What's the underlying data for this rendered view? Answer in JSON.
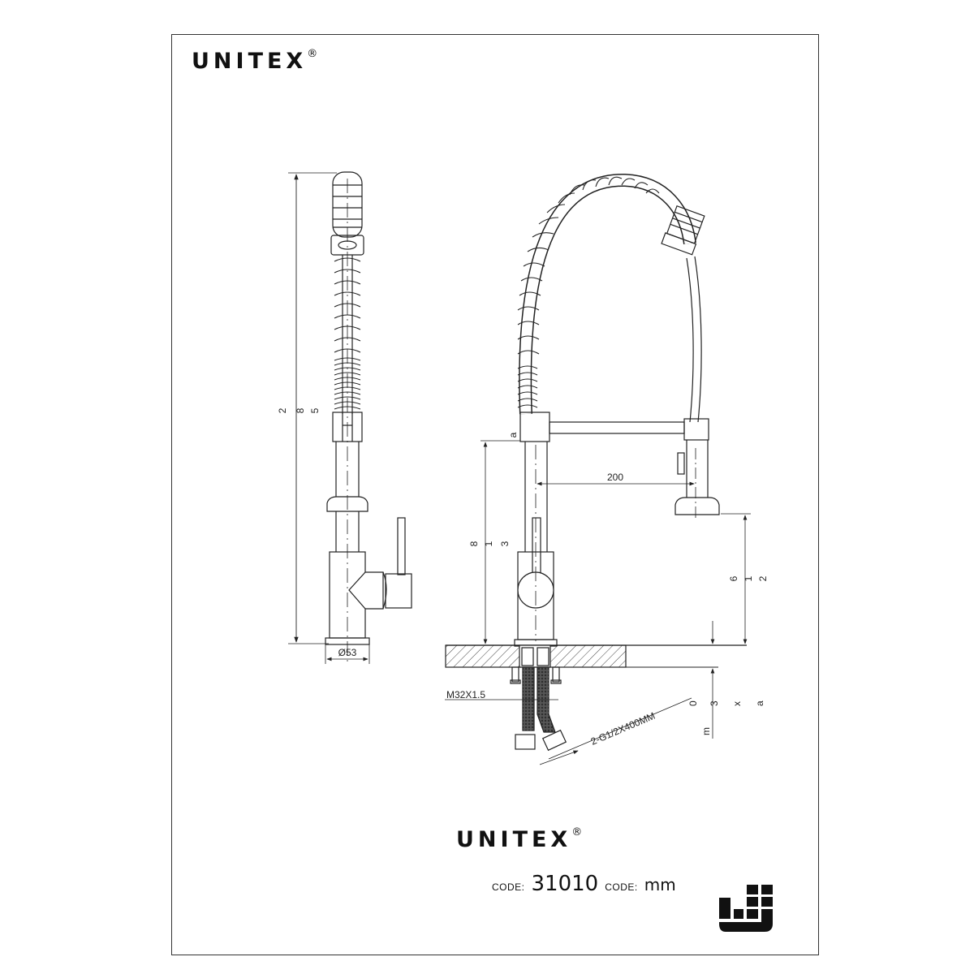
{
  "sheet": {
    "brand_top": "UNITEX",
    "brand_top_mark": "®",
    "brand_bottom": "UNITEX",
    "brand_bottom_mark": "®"
  },
  "title_block": {
    "code_label": "CODE:",
    "code_value": "31010",
    "unit_label": "CODE:",
    "unit_value": "mm"
  },
  "side_view": {
    "total_height": "285",
    "base_diameter": "Ø53"
  },
  "front_view": {
    "spout_reach": "200",
    "spout_height": "183",
    "outlet_height": "162",
    "deck_thickness": "max30",
    "thread_label": "M32X1.5",
    "hose_label": "2-G1/2X400MM",
    "minor_label": "a"
  },
  "colors": {
    "line": "#222222",
    "border": "#333333",
    "background": "#ffffff"
  },
  "icons": {
    "logo": "building-blocks-logo"
  }
}
